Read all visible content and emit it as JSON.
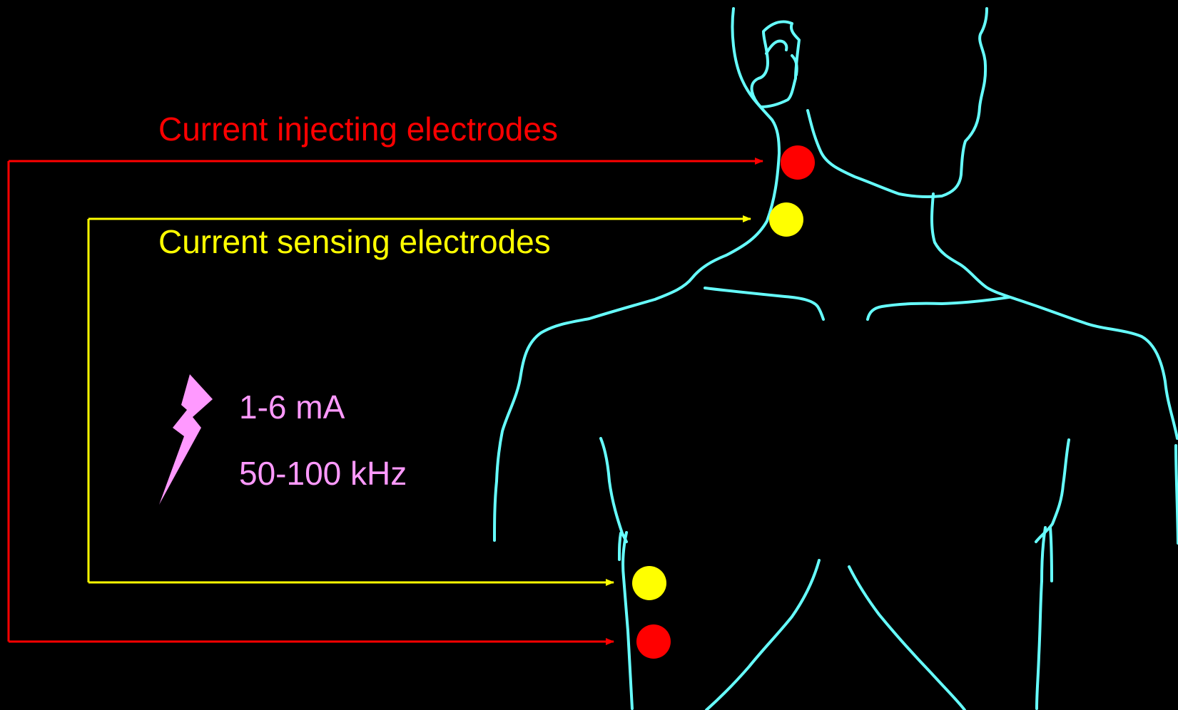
{
  "labels": {
    "injecting": "Current injecting electrodes",
    "sensing": "Current sensing electrodes",
    "current": "1-6 mA",
    "frequency": "50-100 kHz"
  },
  "colors": {
    "background": "#000000",
    "injecting": "#ff0000",
    "sensing": "#ffff00",
    "parameters": "#ff99ff",
    "body_outline": "#66ffff"
  },
  "icons": {
    "current_source": "lightning-bolt-icon"
  }
}
